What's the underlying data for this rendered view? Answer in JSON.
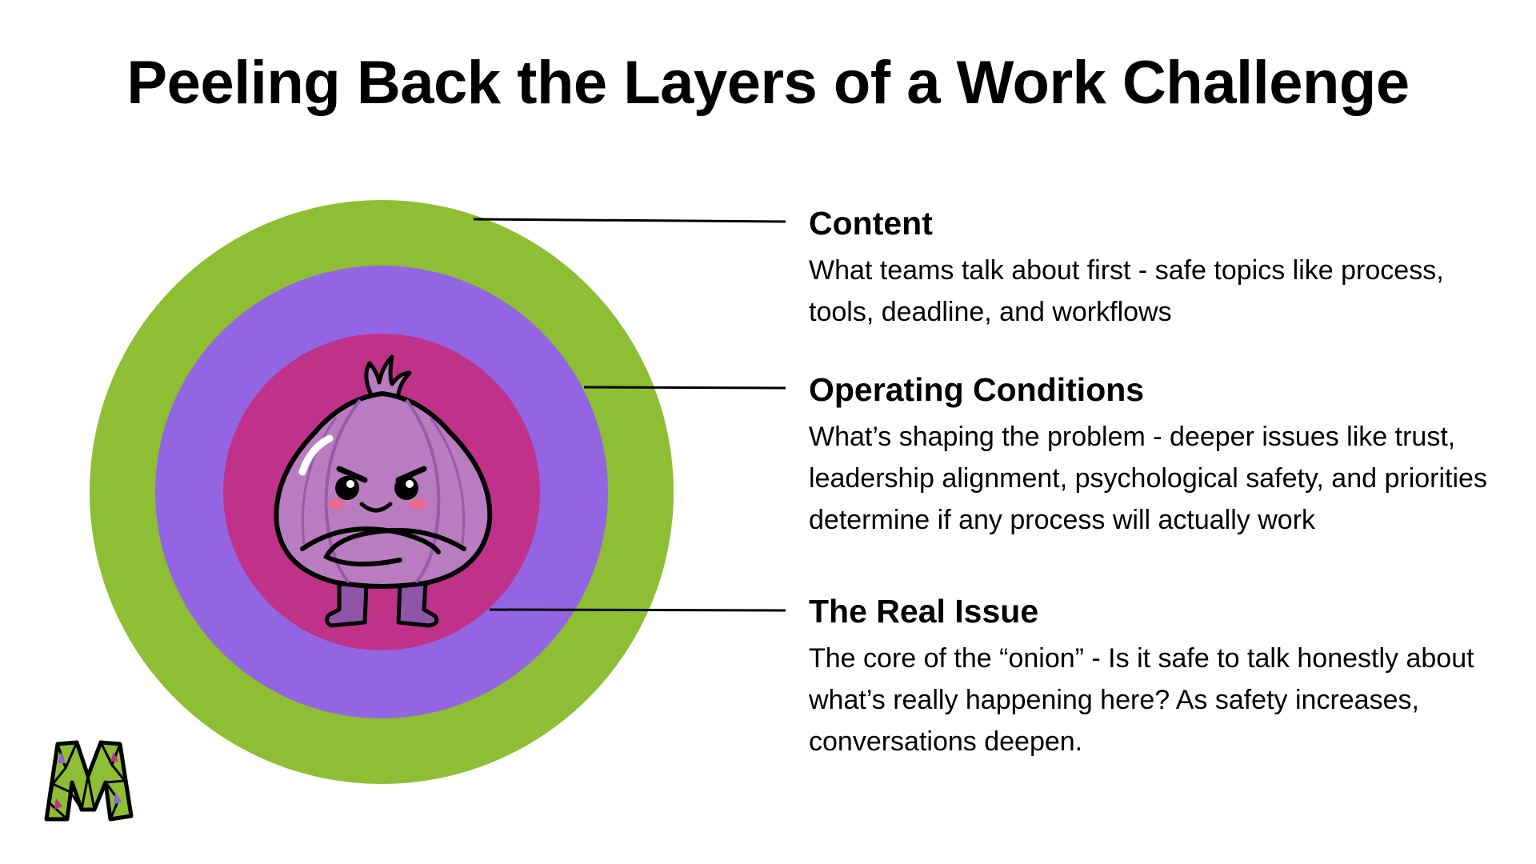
{
  "title": "Peeling Back the Layers of a Work Challenge",
  "colors": {
    "outer_ring": "#8DBE34",
    "middle_ring": "#9365E3",
    "inner_circle": "#C0318A",
    "onion_body": "#B97CC0",
    "onion_dark": "#9A5AA8",
    "onion_legs": "#8F55A8",
    "leader_line": "#000000"
  },
  "layers": [
    {
      "heading": "Content",
      "description": "What teams talk about first - safe topics like process, tools, deadline, and workflows"
    },
    {
      "heading": "Operating Conditions",
      "description": "What’s shaping the problem - deeper issues like trust, leadership alignment, psychological safety, and priorities determine if any process will actually work"
    },
    {
      "heading": "The Real Issue",
      "description": "The core of the “onion” - Is it safe to talk honestly about what’s really happening here? As safety increases, conversations deepen."
    }
  ],
  "icons": {
    "mascot": "grumpy-onion-mascot-icon",
    "logo": "mosaic-m-logo-icon"
  }
}
